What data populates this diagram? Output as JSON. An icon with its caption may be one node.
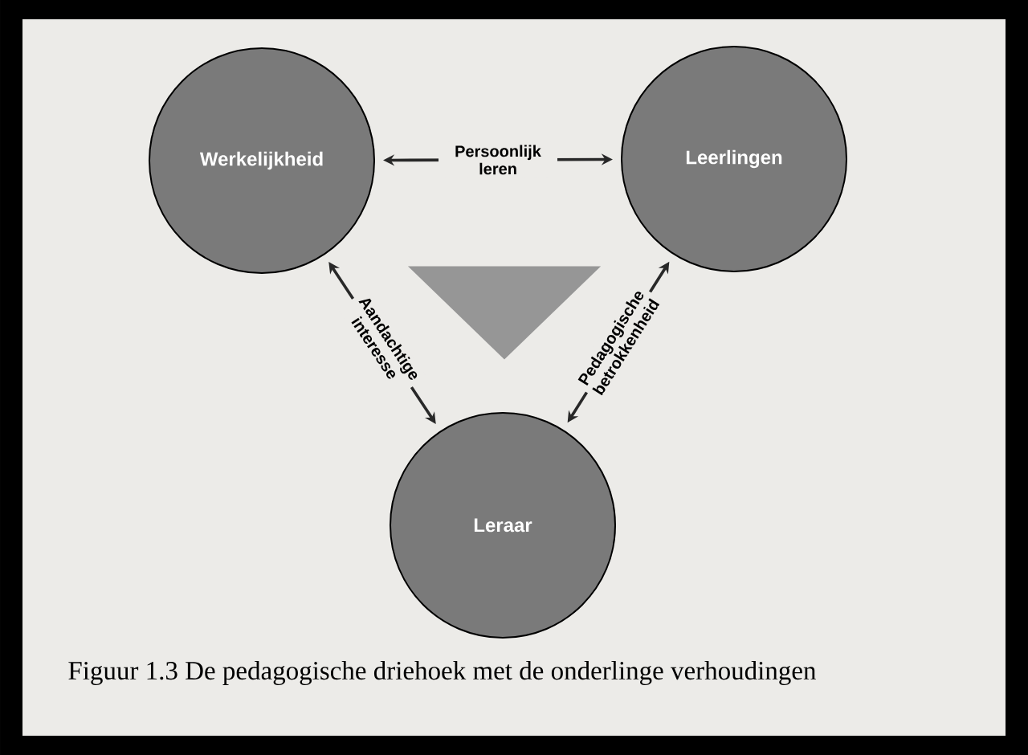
{
  "diagram": {
    "caption": "Figuur 1.3 De pedagogische driehoek met de onderlinge verhoudingen",
    "nodes": [
      {
        "text": [
          "Werkelijkheid"
        ]
      },
      {
        "text": [
          "Leerlingen"
        ]
      },
      {
        "text": [
          "Leraar"
        ]
      },
      {
        "text": [],
        "shape": "triangle"
      }
    ],
    "edges": [
      {
        "from": 0,
        "to": 1,
        "arrow": "both",
        "label": "Persoonlijk leren"
      },
      {
        "from": 0,
        "to": 2,
        "arrow": "both",
        "label": "Aandachtige interesse"
      },
      {
        "from": 1,
        "to": 2,
        "arrow": "both",
        "label": "Pedagogische betrokkenheid"
      }
    ]
  }
}
